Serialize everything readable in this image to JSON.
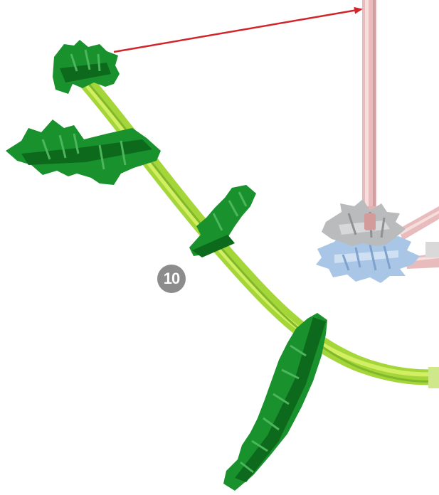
{
  "step": {
    "number": "10"
  },
  "colors": {
    "rod_green": "#a4d63a",
    "rod_green_light": "#d2ee62",
    "connector_green": "#19922e",
    "connector_green_dark": "#0d6a1c",
    "rod_pink": "#e8bcbc",
    "connector_gray": "#b9bbbd",
    "connector_blue": "#a9c6e7",
    "arrow_red": "#d0262b",
    "badge_gray": "#8c8c8c"
  },
  "parts": [
    {
      "name": "flexible-rod",
      "color": "green"
    },
    {
      "name": "connector",
      "color": "green",
      "count": 4
    },
    {
      "name": "rod",
      "color": "pink"
    },
    {
      "name": "snowflake-connector",
      "color": "gray"
    },
    {
      "name": "snowflake-connector",
      "color": "blue"
    }
  ],
  "arrow": {
    "from": "green-connector-top",
    "to": "pink-rod-top",
    "color": "red"
  }
}
